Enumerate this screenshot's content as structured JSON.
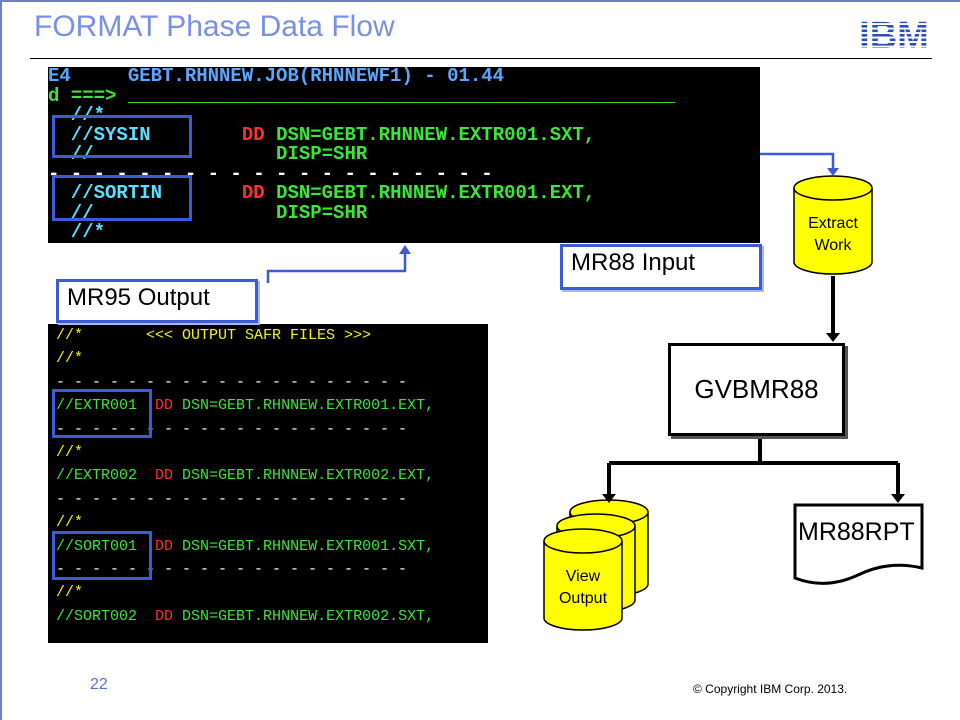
{
  "title": "FORMAT Phase Data Flow",
  "logo_text": "IBM",
  "top_panel": {
    "lines": [
      {
        "segments": [
          {
            "t": "E4     GEBT.RHNNEW.JOB(RHNNEWF1) - 01.44",
            "c": "blue"
          }
        ]
      },
      {
        "segments": [
          {
            "t": "d ===> ",
            "c": "green"
          },
          {
            "t": "________________________________________________",
            "c": "green"
          }
        ]
      },
      {
        "segments": [
          {
            "t": "  //*",
            "c": "cyan"
          }
        ]
      },
      {
        "segments": [
          {
            "t": "  //SYSIN        ",
            "c": "cyan"
          },
          {
            "t": "DD ",
            "c": "red"
          },
          {
            "t": "DSN=GEBT.RHNNEW.EXTR001.SXT,",
            "c": "green"
          }
        ]
      },
      {
        "segments": [
          {
            "t": "  //                ",
            "c": "cyan"
          },
          {
            "t": "DISP=SHR",
            "c": "green"
          }
        ]
      },
      {
        "segments": [
          {
            "t": "- - - - - - - - - - - - - - - - - - - -",
            "c": "white"
          }
        ]
      },
      {
        "segments": [
          {
            "t": "  //SORTIN       ",
            "c": "cyan"
          },
          {
            "t": "DD ",
            "c": "red"
          },
          {
            "t": "DSN=GEBT.RHNNEW.EXTR001.EXT,",
            "c": "green"
          }
        ]
      },
      {
        "segments": [
          {
            "t": "  //                ",
            "c": "cyan"
          },
          {
            "t": "DISP=SHR",
            "c": "green"
          }
        ]
      },
      {
        "segments": [
          {
            "t": "  //*",
            "c": "cyan"
          }
        ]
      }
    ]
  },
  "bottom_panel": {
    "lines": [
      {
        "segments": [
          {
            "t": "//*       ",
            "c": "yellow"
          },
          {
            "t": "<<< OUTPUT SAFR FILES >>>",
            "c": "yellow"
          }
        ]
      },
      {
        "segments": [
          {
            "t": "//*",
            "c": "yellow"
          }
        ]
      },
      {
        "segments": [
          {
            "t": "- - - - - - - - - - - - - - - - - - - -",
            "c": "white"
          }
        ]
      },
      {
        "segments": [
          {
            "t": "//EXTR001  ",
            "c": "green"
          },
          {
            "t": "DD ",
            "c": "red"
          },
          {
            "t": "DSN=GEBT.RHNNEW.EXTR001.EXT,",
            "c": "green"
          }
        ]
      },
      {
        "segments": [
          {
            "t": "- - - - - - - - - - - - - - - - - - - -",
            "c": "white"
          }
        ]
      },
      {
        "segments": [
          {
            "t": "//*",
            "c": "yellow"
          }
        ]
      },
      {
        "segments": [
          {
            "t": "//EXTR002  ",
            "c": "green"
          },
          {
            "t": "DD ",
            "c": "red"
          },
          {
            "t": "DSN=GEBT.RHNNEW.EXTR002.EXT,",
            "c": "green"
          }
        ]
      },
      {
        "segments": [
          {
            "t": "- - - - - - - - - - - - - - - - - - - -",
            "c": "white"
          }
        ]
      },
      {
        "segments": [
          {
            "t": "//*",
            "c": "yellow"
          }
        ]
      },
      {
        "segments": [
          {
            "t": "//SORT001  ",
            "c": "green"
          },
          {
            "t": "DD ",
            "c": "red"
          },
          {
            "t": "DSN=GEBT.RHNNEW.EXTR001.SXT,",
            "c": "green"
          }
        ]
      },
      {
        "segments": [
          {
            "t": "- - - - - - - - - - - - - - - - - - - -",
            "c": "white"
          }
        ]
      },
      {
        "segments": [
          {
            "t": "//*",
            "c": "yellow"
          }
        ]
      },
      {
        "segments": [
          {
            "t": "//SORT002  ",
            "c": "green"
          },
          {
            "t": "DD ",
            "c": "red"
          },
          {
            "t": "DSN=GEBT.RHNNEW.EXTR002.SXT,",
            "c": "green"
          }
        ]
      }
    ]
  },
  "labels": {
    "mr95_output": "MR95 Output",
    "mr88_input": "MR88 Input"
  },
  "nodes": {
    "extract_work_line1": "Extract",
    "extract_work_line2": "Work",
    "gvbmr88": "GVBMR88",
    "mr88rpt": "MR88RPT",
    "view_output_line1": "View",
    "view_output_line2": "Output"
  },
  "colors": {
    "title": "#7a8fe6",
    "highlight_border": "#3c5bd6",
    "cylinder_fill": "#ffff00",
    "terminal_bg": "#000000"
  },
  "footer": {
    "page_number": "22",
    "copyright": "© Copyright  IBM Corp. 2013."
  }
}
